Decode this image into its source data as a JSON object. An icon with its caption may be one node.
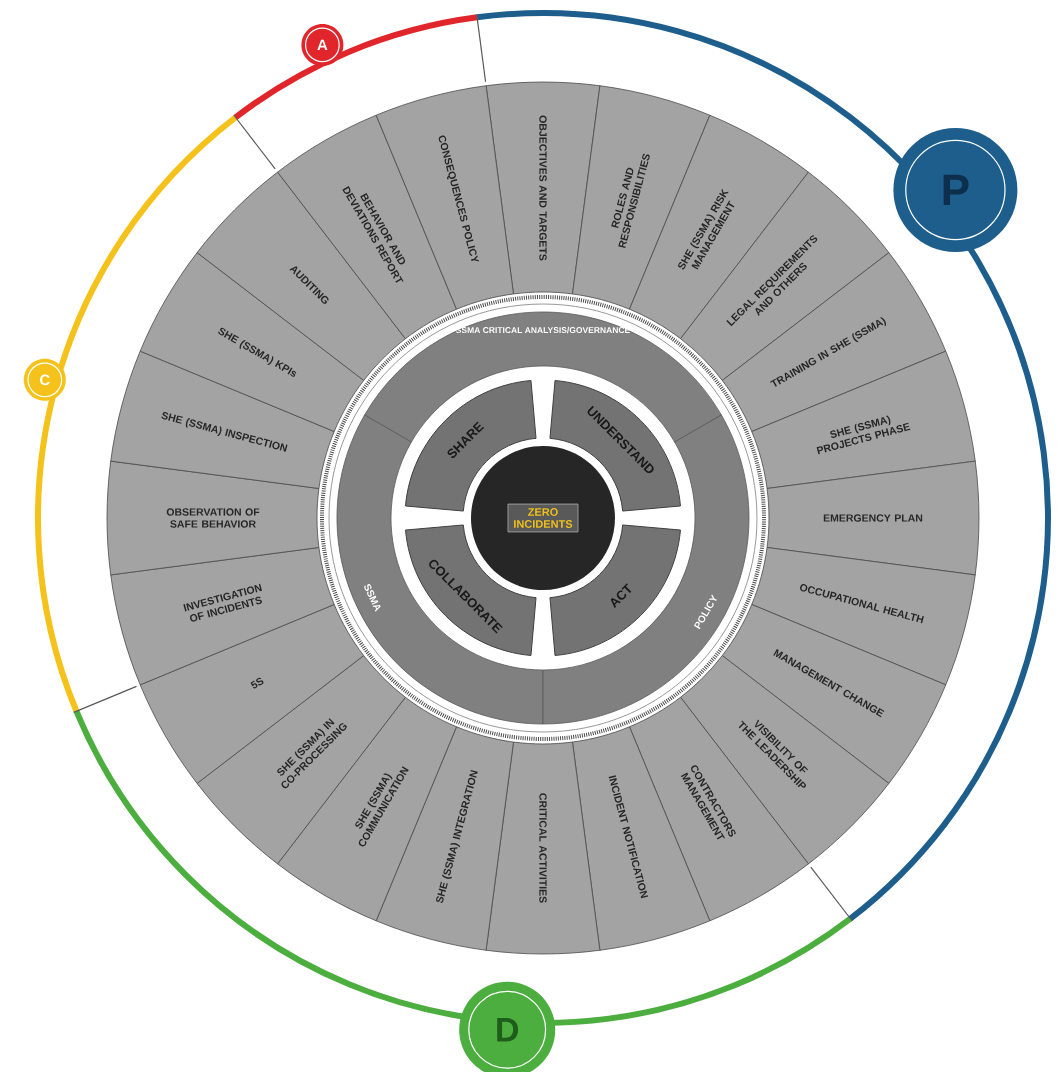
{
  "diagram": {
    "nodes": [
      {
        "text": [
          "OBJECTIVES AND TARGETS"
        ]
      },
      {
        "text": [
          "ROLES AND RESPONSIBILITIES"
        ]
      },
      {
        "text": [
          "SHE (SSMA) RISK MANAGEMENT"
        ]
      },
      {
        "text": [
          "LEGAL REQUIREMENTS AND OTHERS"
        ]
      },
      {
        "text": [
          "TRAINING IN SHE (SSMA)"
        ]
      },
      {
        "text": [
          "SHE (SSMA) PROJECTS PHASE"
        ]
      },
      {
        "text": [
          "EMERGENCY PLAN"
        ]
      },
      {
        "text": [
          "OCCUPATIONAL HEALTH"
        ]
      },
      {
        "text": [
          "MANAGEMENT CHANGE"
        ]
      },
      {
        "text": [
          "VISIBILITY OF THE LEADERSHIP"
        ]
      },
      {
        "text": [
          "CONTRACTORS MANAGEMENT"
        ]
      },
      {
        "text": [
          "INCIDENT NOTIFICATION"
        ]
      },
      {
        "text": [
          "CRITICAL ACTIVITIES"
        ]
      },
      {
        "text": [
          "SHE (SSMA) INTEGRATION"
        ]
      },
      {
        "text": [
          "SHE (SSMA) COMMUNICATION"
        ]
      },
      {
        "text": [
          "SHE (SSMA) IN CO-PROCESSING"
        ]
      },
      {
        "text": [
          "5S"
        ]
      },
      {
        "text": [
          "INVESTIGATION OF INCIDENTS"
        ]
      },
      {
        "text": [
          "OBSERVATION OF SAFE BEHAVIOR"
        ]
      },
      {
        "text": [
          "SHE (SSMA) INSPECTION"
        ]
      },
      {
        "text": [
          "SHE (SSMA) KPIs"
        ]
      },
      {
        "text": [
          "AUDITING"
        ]
      },
      {
        "text": [
          "BEHAVIOR AND DEVIATIONS REPORT"
        ]
      },
      {
        "text": [
          "CONSEQUENCES POLICY"
        ]
      },
      {
        "text": [
          "A"
        ]
      },
      {
        "text": [
          "P"
        ]
      },
      {
        "text": [
          "C"
        ]
      },
      {
        "text": [
          "D"
        ]
      },
      {
        "text": [
          "SSMA CRITICAL ANALYSIS/GOVERNANCE"
        ]
      },
      {
        "text": [
          "SSMA"
        ]
      },
      {
        "text": [
          "POLICY"
        ]
      },
      {
        "text": [
          "SHARE"
        ]
      },
      {
        "text": [
          "UNDERSTAND"
        ]
      },
      {
        "text": [
          "COLLABORATE"
        ]
      },
      {
        "text": [
          "ACT"
        ]
      },
      {
        "text": [
          "ZERO INCIDENTS"
        ]
      }
    ]
  }
}
